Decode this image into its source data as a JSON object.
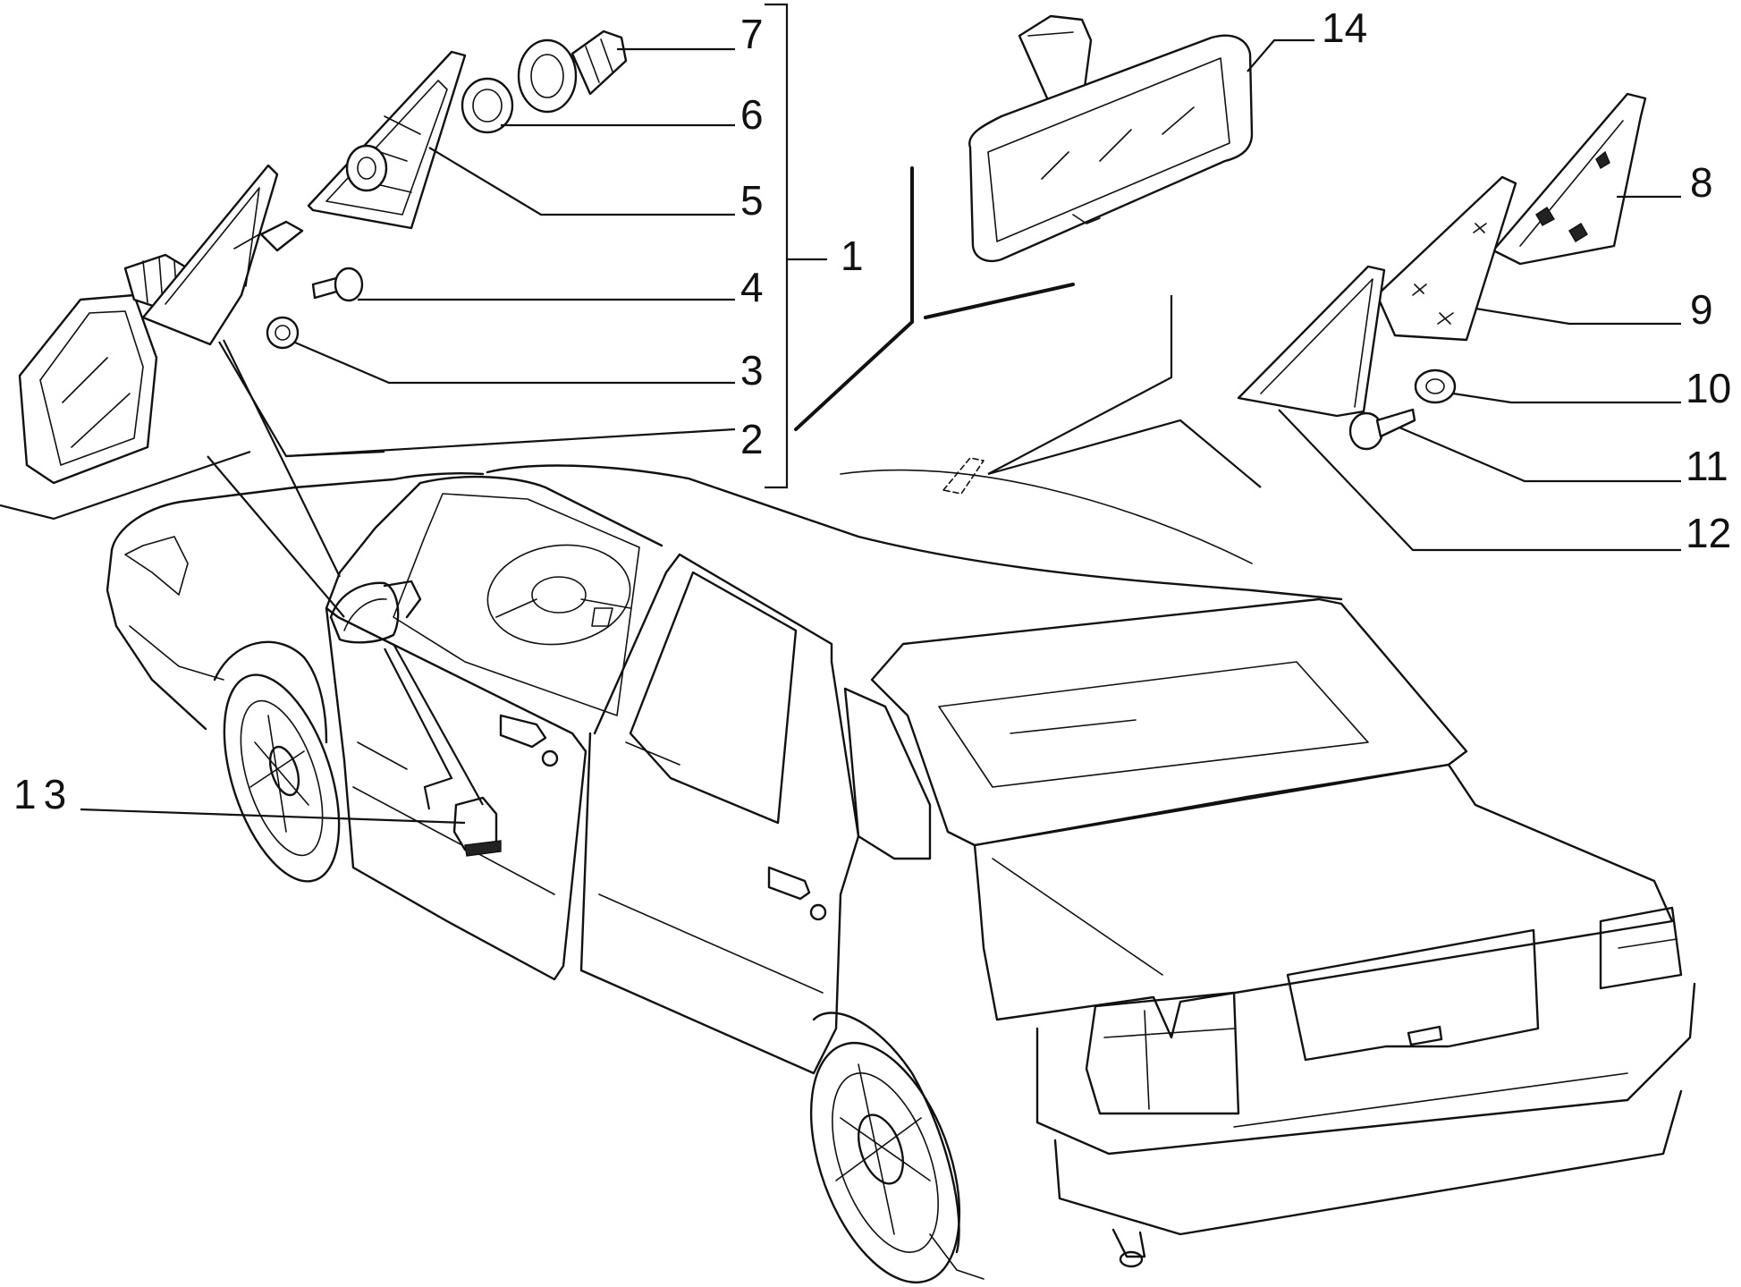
{
  "diagram": {
    "type": "exploded parts diagram",
    "subject": "sedan rear-view and exterior mirror components",
    "callouts": [
      {
        "id": "c1",
        "label": "1"
      },
      {
        "id": "c2",
        "label": "2"
      },
      {
        "id": "c3",
        "label": "3"
      },
      {
        "id": "c4",
        "label": "4"
      },
      {
        "id": "c5",
        "label": "5"
      },
      {
        "id": "c6",
        "label": "6"
      },
      {
        "id": "c7",
        "label": "7"
      },
      {
        "id": "c8",
        "label": "8"
      },
      {
        "id": "c9",
        "label": "9"
      },
      {
        "id": "c10",
        "label": "10"
      },
      {
        "id": "c11",
        "label": "11"
      },
      {
        "id": "c12",
        "label": "12"
      },
      {
        "id": "c13",
        "label": "13"
      },
      {
        "id": "c14",
        "label": "14"
      }
    ]
  },
  "colors": {
    "ink": "#111111",
    "background": "#ffffff"
  }
}
